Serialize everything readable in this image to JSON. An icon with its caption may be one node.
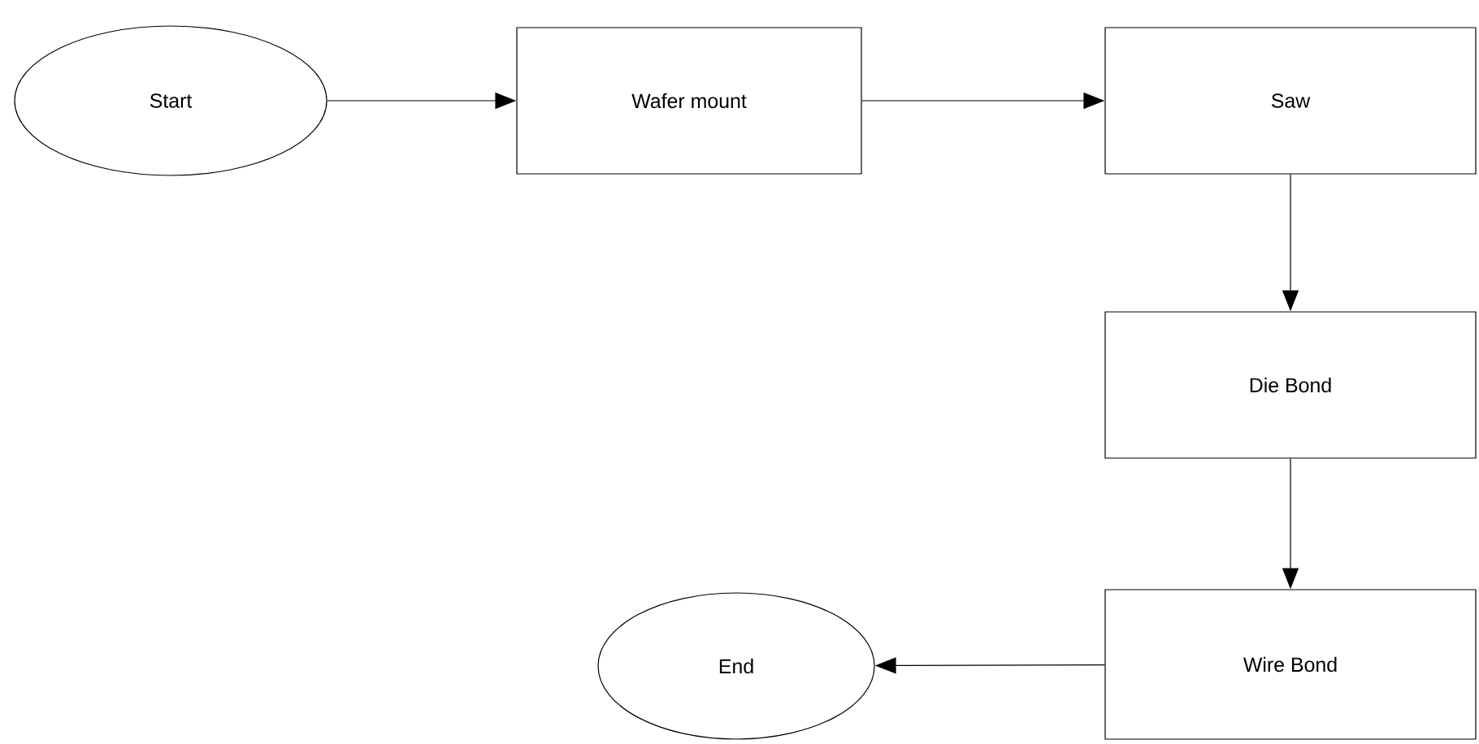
{
  "diagram": {
    "nodes": [
      {
        "text": [
          "Start"
        ]
      },
      {
        "text": [
          "Wafer mount"
        ]
      },
      {
        "text": [
          "Saw"
        ]
      },
      {
        "text": [
          "Die Bond"
        ]
      },
      {
        "text": [
          "Wire Bond"
        ]
      },
      {
        "text": [
          "End"
        ]
      }
    ],
    "edges": [
      {
        "from": 0,
        "to": 1,
        "arrow": "to"
      },
      {
        "from": 1,
        "to": 2,
        "arrow": "to"
      },
      {
        "from": 2,
        "to": 3,
        "arrow": "to"
      },
      {
        "from": 3,
        "to": 4,
        "arrow": "to"
      },
      {
        "from": 4,
        "to": 5,
        "arrow": "to"
      }
    ]
  }
}
